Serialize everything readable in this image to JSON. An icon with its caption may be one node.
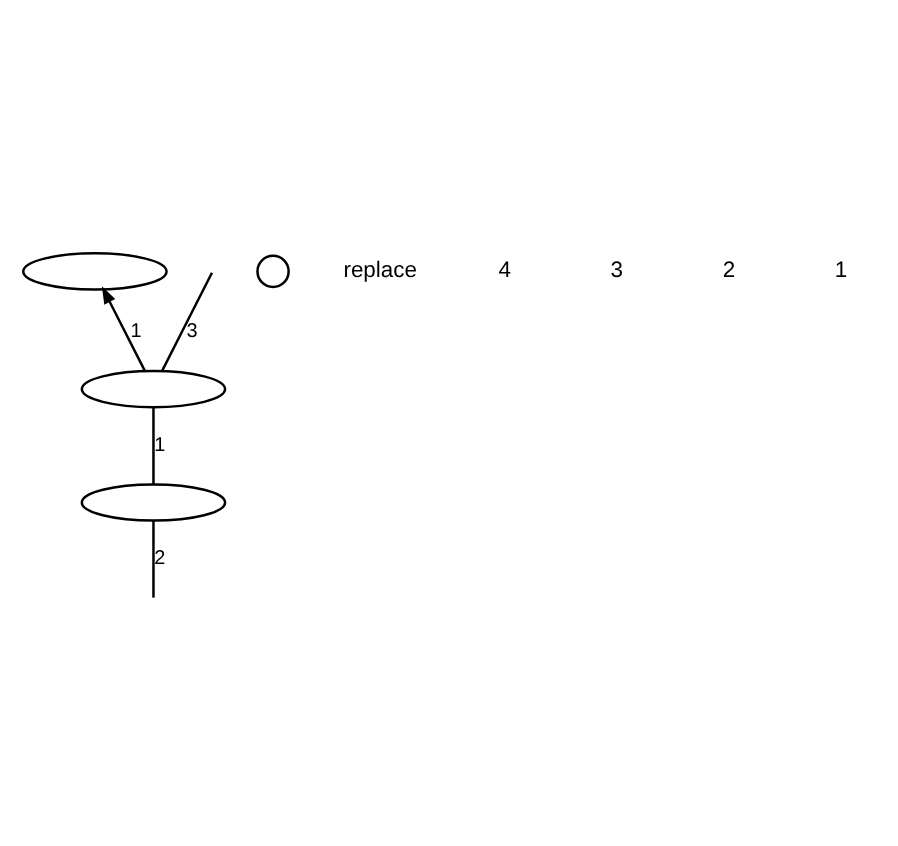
{
  "diagram": {
    "nodes": [
      {
        "text": [],
        "shape": "ellipse"
      },
      {
        "text": [],
        "shape": "ellipse"
      },
      {
        "text": [],
        "shape": "ellipse"
      },
      {
        "text": [],
        "shape": "circle"
      }
    ],
    "edges": [
      {
        "from": 1,
        "to": 0,
        "arrow": "to",
        "label": "1"
      },
      {
        "from": 1,
        "to": 2,
        "arrow": "none",
        "label": "1"
      },
      {
        "from": null,
        "to": 1,
        "arrow": "none",
        "label": "3"
      },
      {
        "from": 2,
        "to": null,
        "arrow": "none",
        "label": "2"
      }
    ],
    "labels": [
      "replace",
      "4",
      "3",
      "2",
      "1"
    ]
  }
}
